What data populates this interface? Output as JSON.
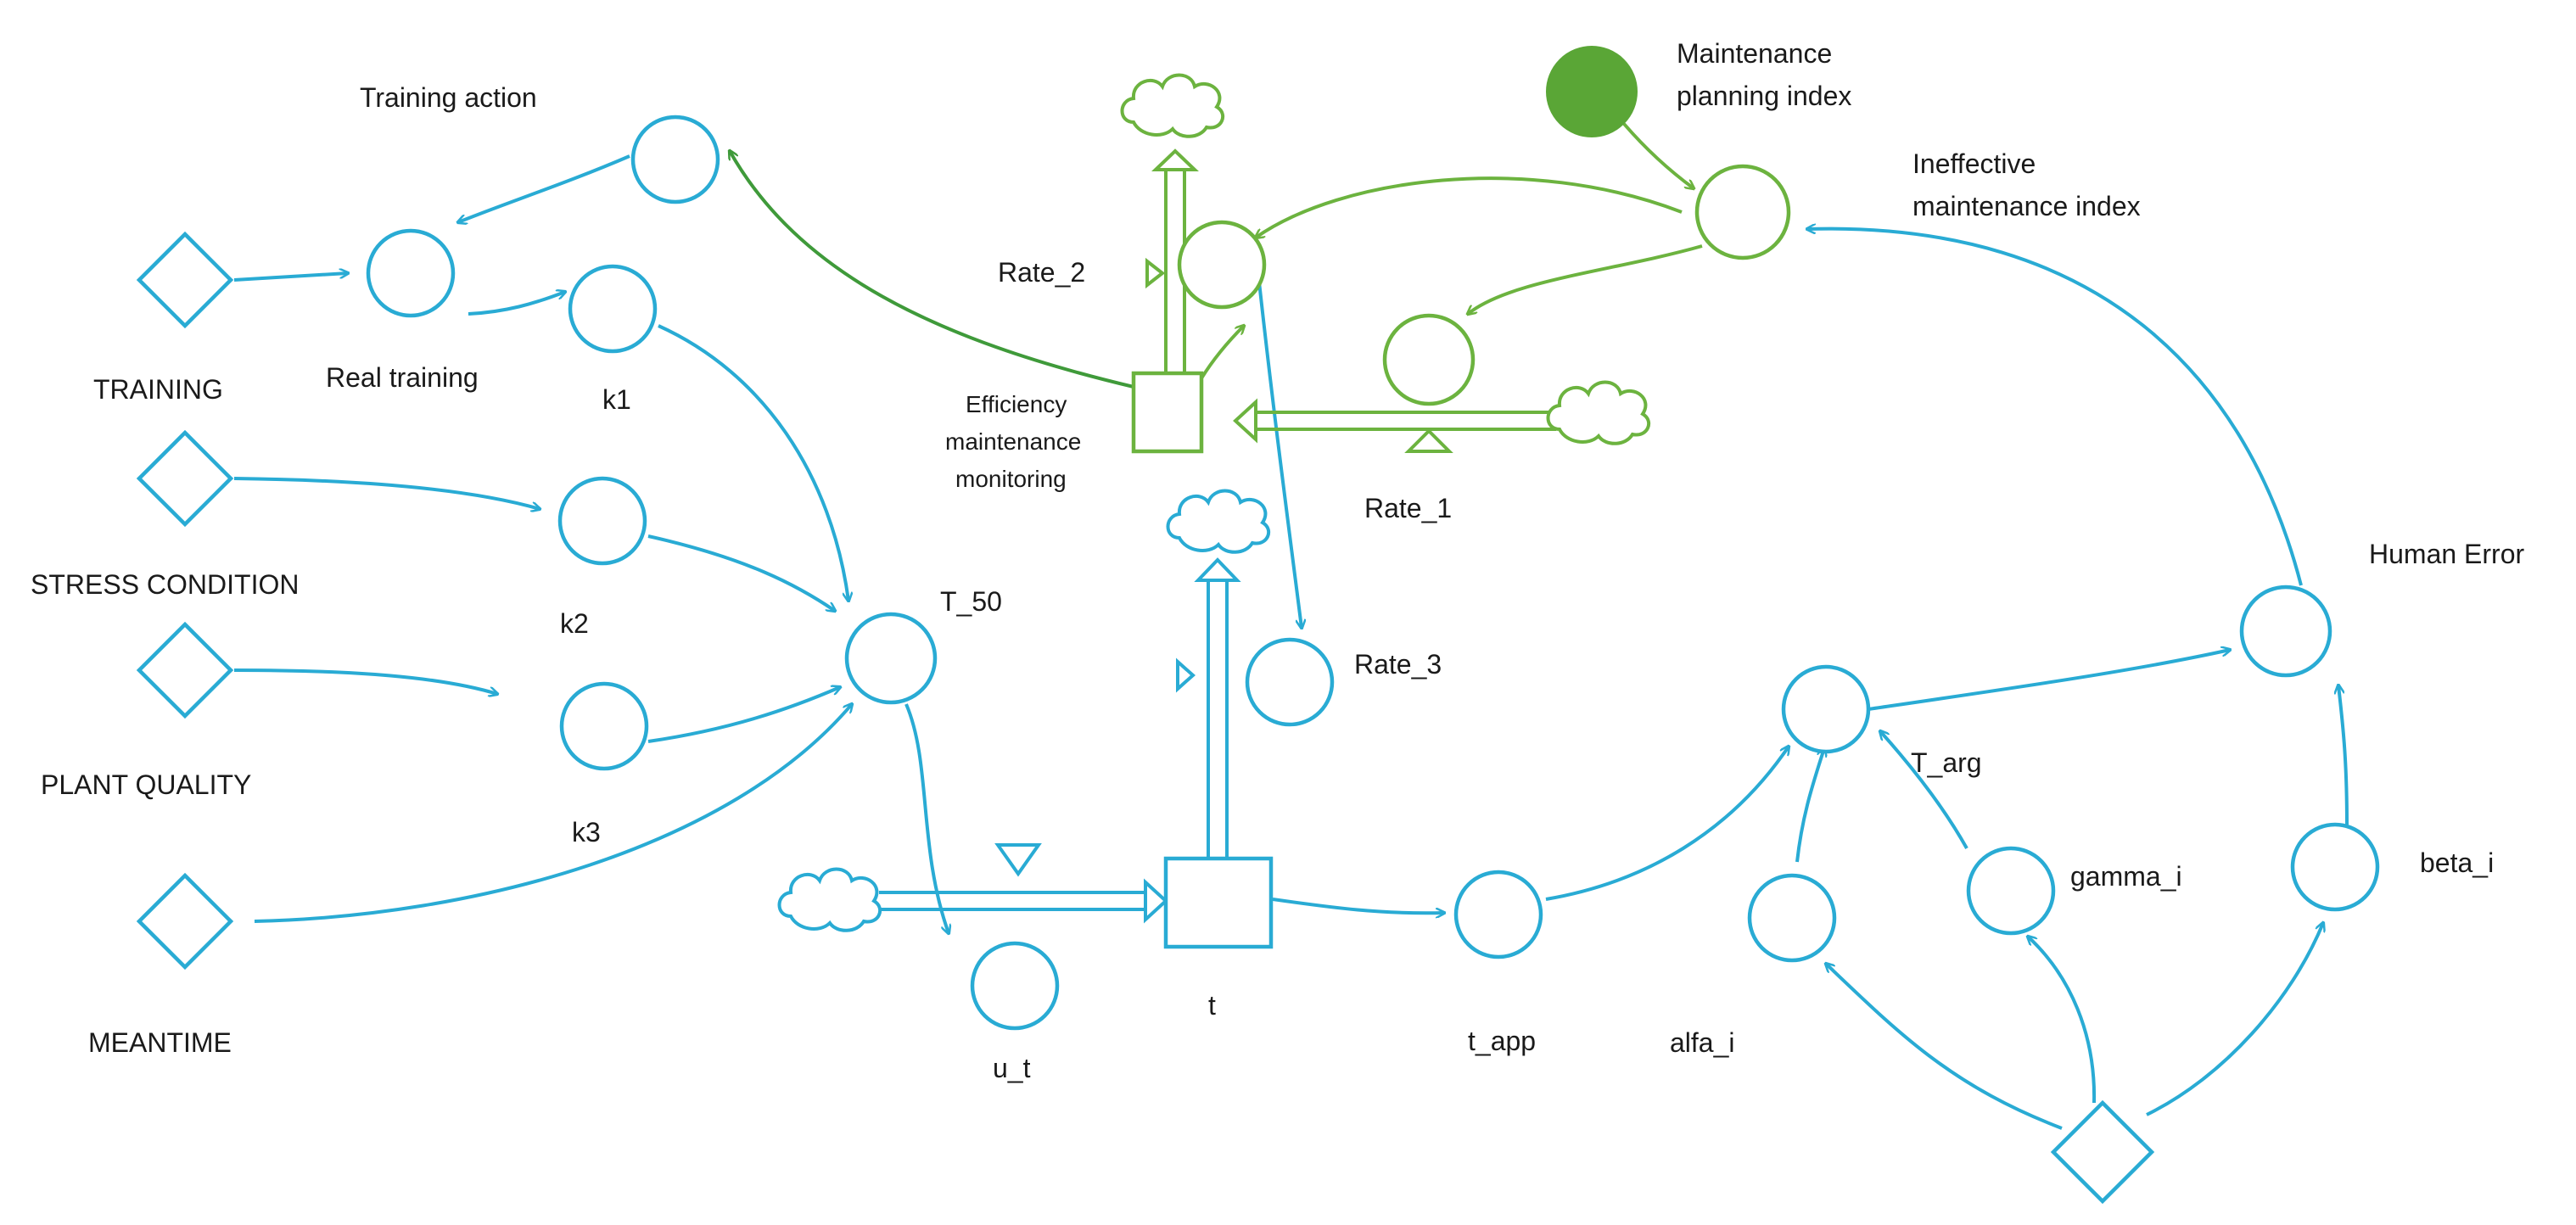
{
  "labels": {
    "training": "TRAINING",
    "stress_condition": "STRESS CONDITION",
    "plant_quality": "PLANT QUALITY",
    "meantime": "MEANTIME",
    "training_action": "Training action",
    "real_training": "Real training",
    "k1": "k1",
    "k2": "k2",
    "k3": "k3",
    "t_50": "T_50",
    "rate_2": "Rate_2",
    "efficiency_line1": "Efficiency",
    "efficiency_line2": "maintenance",
    "efficiency_line3": "monitoring",
    "rate_1": "Rate_1",
    "maintenance_line1": "Maintenance",
    "maintenance_line2": "planning index",
    "ineffective_line1": "Ineffective",
    "ineffective_line2": "maintenance index",
    "rate_3": "Rate_3",
    "u_t": "u_t",
    "t": "t",
    "t_app": "t_app",
    "t_arg": "T_arg",
    "gamma_i": "gamma_i",
    "alfa_i": "alfa_i",
    "beta_i": "beta_i",
    "human_error": "Human Error"
  },
  "colors": {
    "blue": "#29abd4",
    "green": "#6cb33f",
    "dark_green": "#3f9a3a"
  }
}
